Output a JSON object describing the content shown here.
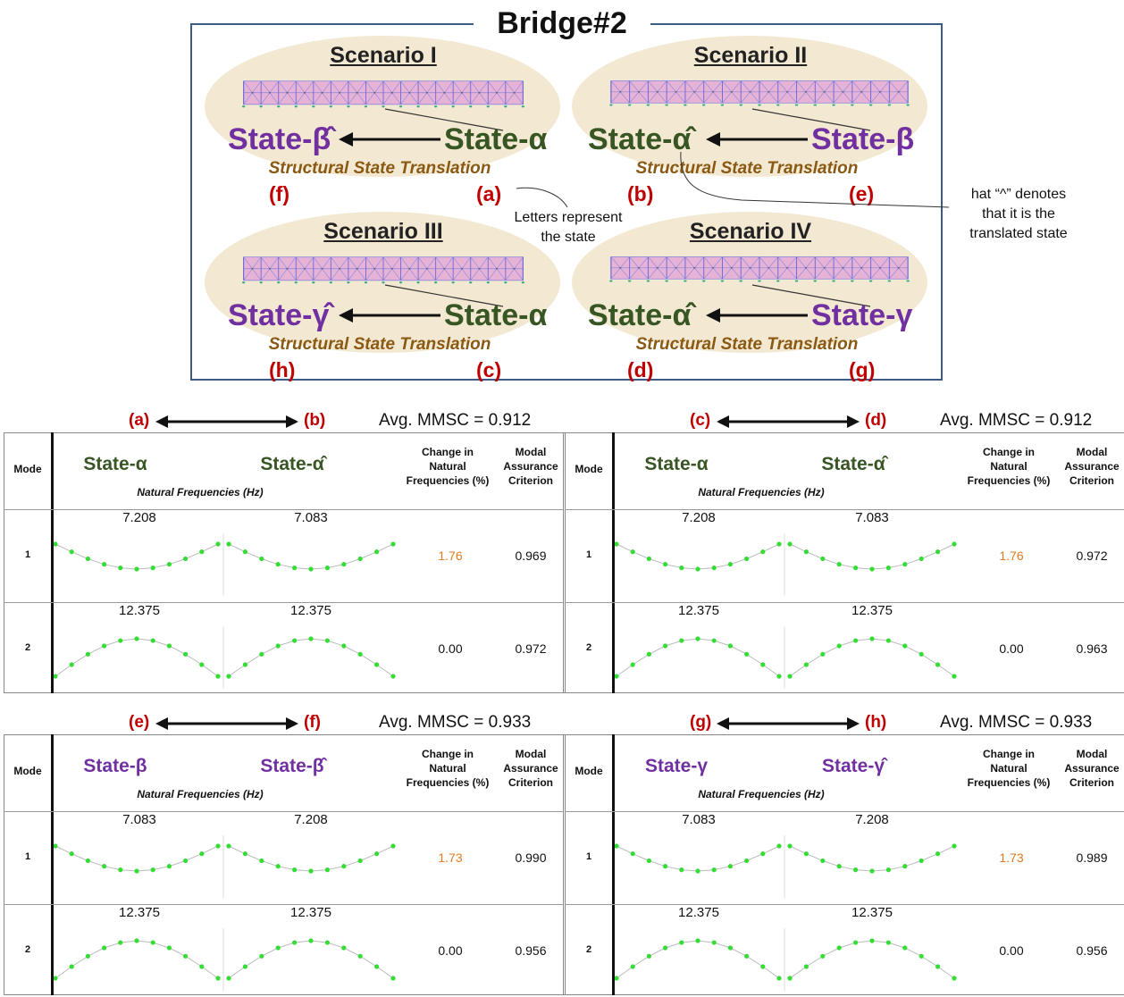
{
  "title": "Bridge#2",
  "scenarios": [
    {
      "title": "Scenario I",
      "left_state": "State-β̂",
      "left_color": "purple",
      "right_state": "State-α",
      "right_color": "green",
      "translation": "Structural State Translation",
      "left_letter": "(f)",
      "right_letter": "(a)"
    },
    {
      "title": "Scenario II",
      "left_state": "State-α̂",
      "left_color": "green",
      "right_state": "State-β",
      "right_color": "purple",
      "translation": "Structural State Translation",
      "left_letter": "(b)",
      "right_letter": "(e)"
    },
    {
      "title": "Scenario III",
      "left_state": "State-γ̂",
      "left_color": "purple",
      "right_state": "State-α",
      "right_color": "green",
      "translation": "Structural State Translation",
      "left_letter": "(h)",
      "right_letter": "(c)"
    },
    {
      "title": "Scenario IV",
      "left_state": "State-α̂",
      "left_color": "green",
      "right_state": "State-γ",
      "right_color": "purple",
      "translation": "Structural State Translation",
      "left_letter": "(d)",
      "right_letter": "(g)"
    }
  ],
  "annotations": {
    "letters_line1": "Letters represent",
    "letters_line2": "the state",
    "hat_line1": "hat “^” denotes",
    "hat_line2": "that it is the",
    "hat_line3": "translated state"
  },
  "colors": {
    "green": "#375623",
    "purple": "#7030a0",
    "red": "#c00000",
    "orange": "#e07a1f",
    "mode_dots": "#33dd33"
  },
  "headers": {
    "mode": "Mode",
    "natural_frequencies": "Natural Frequencies (Hz)",
    "change_line1": "Change in",
    "change_line2": "Natural",
    "change_line3": "Frequencies (%)",
    "mac_line1": "Modal",
    "mac_line2": "Assurance",
    "mac_line3": "Criterion"
  },
  "panels": [
    {
      "left_letter": "(a)",
      "right_letter": "(b)",
      "avg": "Avg. MMSC = 0.912",
      "state_a": "State-α",
      "state_b": "State-α̂",
      "state_color": "green",
      "rows": [
        {
          "mode": "1",
          "freq_a": "7.208",
          "freq_b": "7.083",
          "change": "1.76",
          "change_orange": true,
          "mac": "0.969",
          "shape": "mode1"
        },
        {
          "mode": "2",
          "freq_a": "12.375",
          "freq_b": "12.375",
          "change": "0.00",
          "change_orange": false,
          "mac": "0.972",
          "shape": "mode2"
        }
      ]
    },
    {
      "left_letter": "(c)",
      "right_letter": "(d)",
      "avg": "Avg. MMSC = 0.912",
      "state_a": "State-α",
      "state_b": "State-α̂",
      "state_color": "green",
      "rows": [
        {
          "mode": "1",
          "freq_a": "7.208",
          "freq_b": "7.083",
          "change": "1.76",
          "change_orange": true,
          "mac": "0.972",
          "shape": "mode1"
        },
        {
          "mode": "2",
          "freq_a": "12.375",
          "freq_b": "12.375",
          "change": "0.00",
          "change_orange": false,
          "mac": "0.963",
          "shape": "mode2"
        }
      ]
    },
    {
      "left_letter": "(e)",
      "right_letter": "(f)",
      "avg": "Avg. MMSC = 0.933",
      "state_a": "State-β",
      "state_b": "State-β̂",
      "state_color": "purple",
      "rows": [
        {
          "mode": "1",
          "freq_a": "7.083",
          "freq_b": "7.208",
          "change": "1.73",
          "change_orange": true,
          "mac": "0.990",
          "shape": "mode1"
        },
        {
          "mode": "2",
          "freq_a": "12.375",
          "freq_b": "12.375",
          "change": "0.00",
          "change_orange": false,
          "mac": "0.956",
          "shape": "mode2"
        }
      ]
    },
    {
      "left_letter": "(g)",
      "right_letter": "(h)",
      "avg": "Avg. MMSC = 0.933",
      "state_a": "State-γ",
      "state_b": "State-γ̂",
      "state_color": "purple",
      "rows": [
        {
          "mode": "1",
          "freq_a": "7.083",
          "freq_b": "7.208",
          "change": "1.73",
          "change_orange": true,
          "mac": "0.989",
          "shape": "mode1"
        },
        {
          "mode": "2",
          "freq_a": "12.375",
          "freq_b": "12.375",
          "change": "0.00",
          "change_orange": false,
          "mac": "0.956",
          "shape": "mode2"
        }
      ]
    }
  ]
}
